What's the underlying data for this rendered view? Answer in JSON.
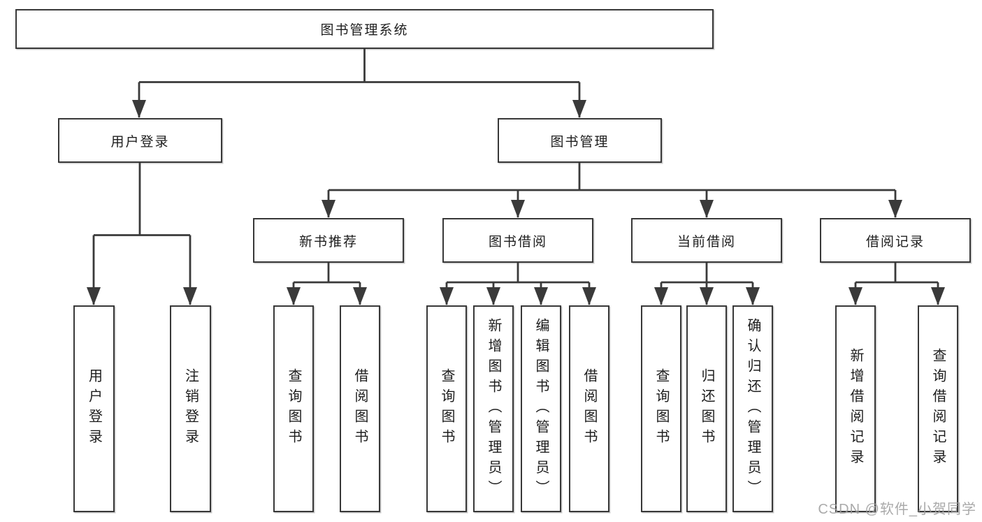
{
  "diagram": {
    "title_node": "图书管理系统",
    "root": "图书管理系统",
    "branches": [
      {
        "label": "用户登录",
        "children": [
          "用户登录",
          "注销登录"
        ]
      },
      {
        "label": "图书管理",
        "children": [
          {
            "label": "新书推荐",
            "children": [
              "查询图书",
              "借阅图书"
            ]
          },
          {
            "label": "图书借阅",
            "children": [
              "查询图书",
              "新增图书（管理员）",
              "编辑图书（管理员）",
              "借阅图书"
            ]
          },
          {
            "label": "当前借阅",
            "children": [
              "查询图书",
              "归还图书",
              "确认归还（管理员）"
            ]
          },
          {
            "label": "借阅记录",
            "children": [
              "新增借阅记录",
              "查询借阅记录"
            ]
          }
        ]
      }
    ]
  },
  "watermark": "CSDN @软件_小贺同学",
  "colors": {
    "line": "#3a3a3a",
    "box_border": "#383838",
    "text": "#1d1d1d",
    "background": "#ffffff",
    "watermark": "#9e9e9e"
  }
}
